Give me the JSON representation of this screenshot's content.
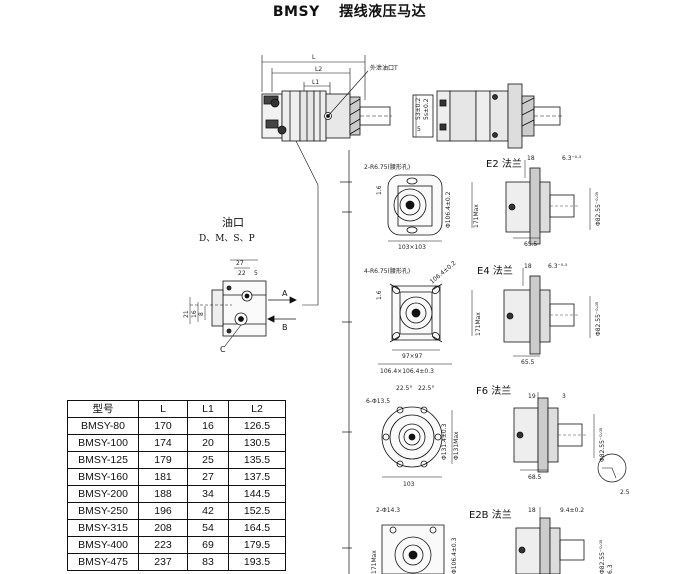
{
  "title": {
    "model": "BMSY",
    "name": "摆线液压马达"
  },
  "callout_label": "外泄油口T",
  "main_dims": {
    "L": "L",
    "L2": "L2",
    "L1": "L1"
  },
  "side_dims": [
    "53±0.2",
    "5s±0.2",
    "5"
  ],
  "port": {
    "title": "油口",
    "letters": "D、M、S、P",
    "dims": [
      "27",
      "22",
      "5",
      "21",
      "16",
      "8"
    ],
    "labels": {
      "a": "A",
      "b": "B",
      "c": "C"
    }
  },
  "flanges": [
    {
      "name": "E2 法兰",
      "front_dims": [
        "2-R6.75(腰形孔)",
        "Φ106.4±0.2",
        "103×103",
        "1.6",
        "171Max"
      ],
      "side_dims": [
        "18",
        "6.3⁻⁰·⁵",
        "Φ82.55⁻⁰·⁰⁵",
        "65.5"
      ]
    },
    {
      "name": "E4 法兰",
      "front_dims": [
        "4-R6.75(腰形孔)",
        "106.4±0.2",
        "97×97",
        "106.4×106.4±0.3",
        "1.6",
        "171Max"
      ],
      "side_dims": [
        "18",
        "6.3⁻⁰·⁵",
        "Φ82.55⁻⁰·⁰⁵",
        "65.5"
      ]
    },
    {
      "name": "F6 法兰",
      "front_dims": [
        "6-Φ13.5",
        "22.5°",
        "22.5°",
        "Φ131.4±0.3",
        "Φ131Max",
        "103"
      ],
      "side_dims": [
        "19",
        "3",
        "Φ82.55⁻⁰·⁰⁵",
        "68.5",
        "2.5"
      ]
    },
    {
      "name": "E2B 法兰",
      "front_dims": [
        "2-Φ14.3",
        "Φ106.4±0.3",
        "171Max"
      ],
      "side_dims": [
        "18",
        "9.4±0.2",
        "Φ82.55⁻⁰·⁰⁵",
        "6.3"
      ]
    }
  ],
  "spec_table": {
    "headers": [
      "型号",
      "L",
      "L1",
      "L2"
    ],
    "rows": [
      [
        "BMSY-80",
        "170",
        "16",
        "126.5"
      ],
      [
        "BMSY-100",
        "174",
        "20",
        "130.5"
      ],
      [
        "BMSY-125",
        "179",
        "25",
        "135.5"
      ],
      [
        "BMSY-160",
        "181",
        "27",
        "137.5"
      ],
      [
        "BMSY-200",
        "188",
        "34",
        "144.5"
      ],
      [
        "BMSY-250",
        "196",
        "42",
        "152.5"
      ],
      [
        "BMSY-315",
        "208",
        "54",
        "164.5"
      ],
      [
        "BMSY-400",
        "223",
        "69",
        "179.5"
      ],
      [
        "BMSY-475",
        "237",
        "83",
        "193.5"
      ]
    ]
  }
}
